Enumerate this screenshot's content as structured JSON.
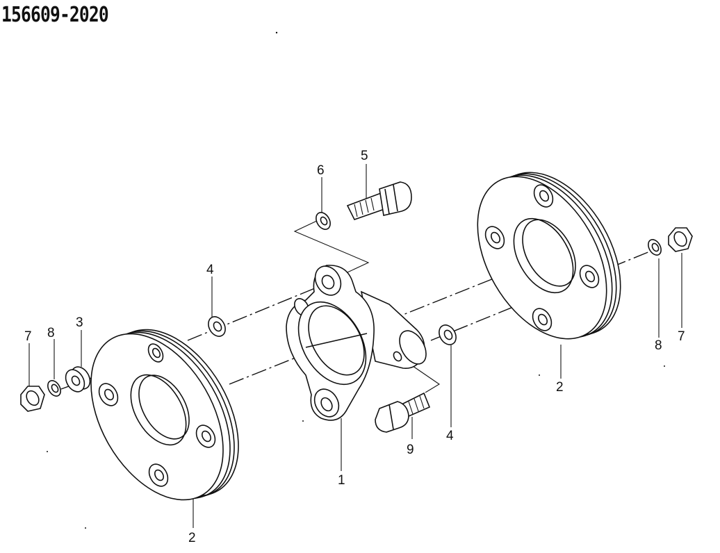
{
  "drawing_number": "156609-2020",
  "callouts": {
    "c1": "1",
    "c2a": "2",
    "c2b": "2",
    "c3": "3",
    "c4a": "4",
    "c4b": "4",
    "c5": "5",
    "c6": "6",
    "c7a": "7",
    "c7b": "7",
    "c8a": "8",
    "c8b": "8",
    "c9": "9"
  }
}
